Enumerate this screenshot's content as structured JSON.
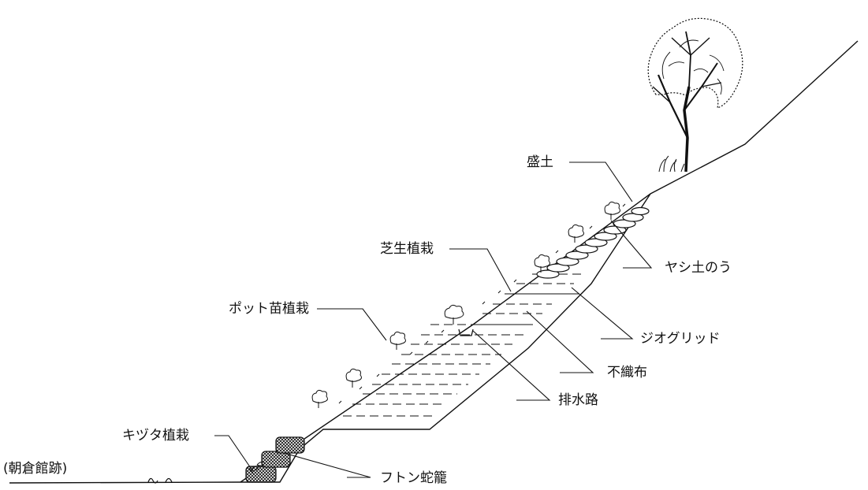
{
  "labels": {
    "site": "(朝倉館跡)",
    "fill": "盛土",
    "palm_bags": "ヤシ土のう",
    "turf": "芝生植栽",
    "geogrid": "ジオグリッド",
    "pot_seedlings": "ポット苗植栽",
    "nonwoven": "不織布",
    "drain": "排水路",
    "ivy": "キヅタ植栽",
    "gabion": "フトン蛇籠"
  },
  "colors": {
    "line": "#111111",
    "background": "#ffffff"
  }
}
